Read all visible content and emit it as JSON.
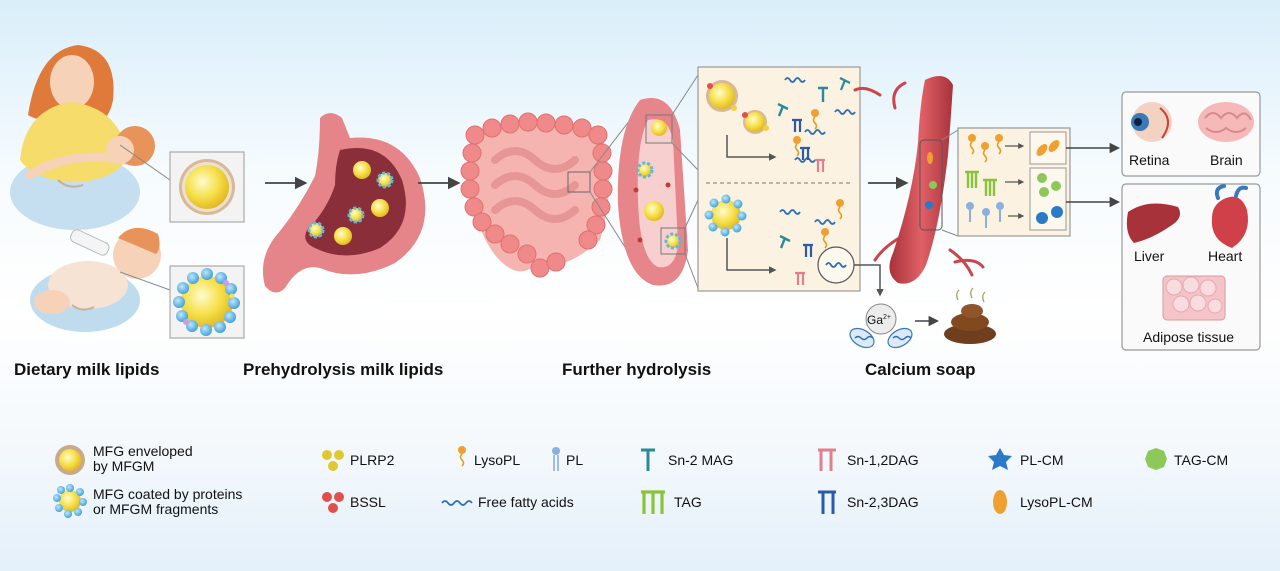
{
  "stages": {
    "dietary": "Dietary milk lipids",
    "prehydrolysis": "Prehydrolysis milk lipids",
    "further": "Further hydrolysis",
    "calcium": "Calcium soap"
  },
  "organs": {
    "retina": "Retina",
    "brain": "Brain",
    "liver": "Liver",
    "heart": "Heart",
    "adipose": "Adipose tissue"
  },
  "ion": {
    "base": "Ga",
    "charge": "2+"
  },
  "legend": {
    "mfg_enveloped_1": "MFG enveloped",
    "mfg_enveloped_2": "by MFGM",
    "mfg_coated_1": "MFG coated by proteins",
    "mfg_coated_2": "or MFGM fragments",
    "plrp2": "PLRP2",
    "bssl": "BSSL",
    "lysopl": "LysoPL",
    "pl": "PL",
    "ffa": "Free fatty acids",
    "sn2mag": "Sn-2 MAG",
    "tag": "TAG",
    "sn12dag": "Sn-1,2DAG",
    "sn23dag": "Sn-2,3DAG",
    "plcm": "PL-CM",
    "lysoplcm": "LysoPL-CM",
    "tagcm": "TAG-CM"
  },
  "colors": {
    "lipid_yellow": "#f3d93a",
    "envelope": "#c9a98a",
    "protein_blue": "#5bb8e8",
    "enzyme_red": "#e0504a",
    "stomach": "#e5858a",
    "intestine": "#f08a8a",
    "vessel": "#c9474b",
    "ffa_blue": "#2a6fb8",
    "mag_teal": "#2a8a9a",
    "tag_green": "#8ac43a",
    "dag_pink": "#e0808a",
    "dag_blue": "#2a5aa8",
    "plcm_blue": "#2a7ac8",
    "tagcm_green": "#8cc85a",
    "lysocm_orange": "#f0a030"
  }
}
